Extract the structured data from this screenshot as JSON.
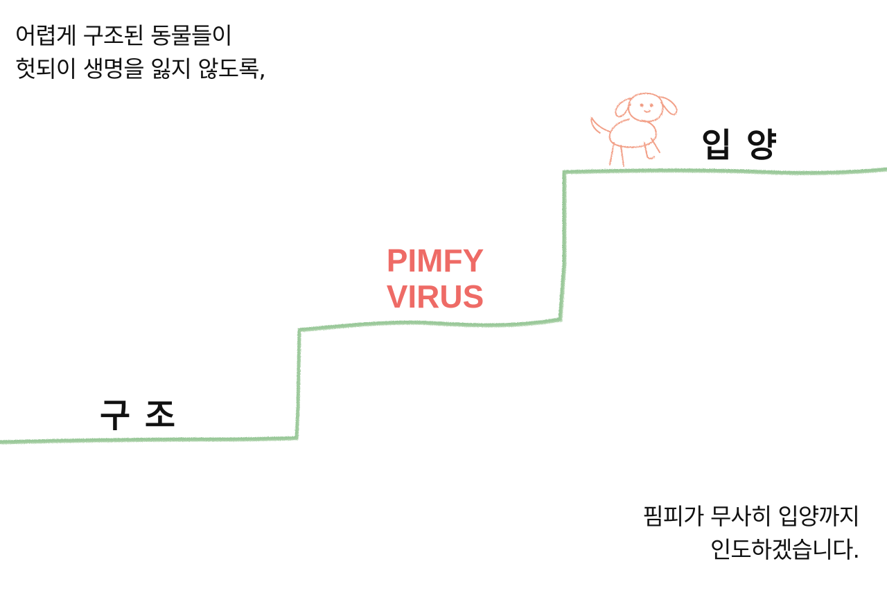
{
  "intro": {
    "line1": "어렵게 구조된 동물들이",
    "line2": "헛되이 생명을 잃지 않도록,"
  },
  "labels": {
    "rescue": "구 조",
    "adopt": "입 양"
  },
  "brand": {
    "line1": "PIMFY",
    "line2": "VIRUS",
    "color": "#ee6b66"
  },
  "outro": {
    "line1": "핌피가 무사히 입양까지",
    "line2": "인도하겠습니다."
  },
  "colors": {
    "stairs": "#8fc38f",
    "dog": "#f2a088"
  },
  "icons": {
    "dog": "dog-doodle-icon"
  }
}
